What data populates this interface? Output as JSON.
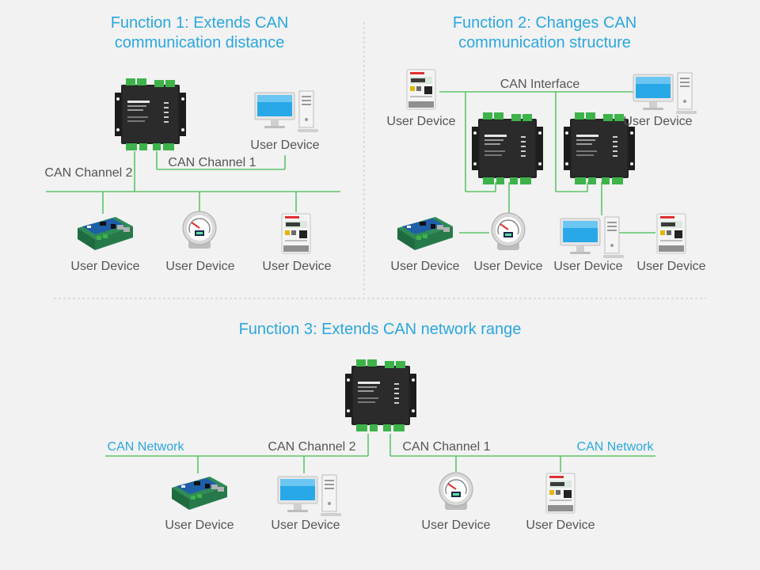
{
  "panels": {
    "function1": {
      "title_line1": "Function 1: Extends CAN",
      "title_line2": "communication distance",
      "labels": {
        "can_channel_1": "CAN Channel 1",
        "can_channel_2": "CAN Channel 2",
        "pc_device": "User Device",
        "pi_device": "User Device",
        "gauge_device": "User Device",
        "meter_device": "User Device"
      }
    },
    "function2": {
      "title_line1": "Function 2: Changes CAN",
      "title_line2": "communication structure",
      "labels": {
        "can_interface": "CAN Interface",
        "meter_top_device": "User Device",
        "pc_top_device": "User Device",
        "pi_device": "User Device",
        "gauge_device": "User Device",
        "pc_bottom_device": "User Device",
        "meter_bottom_device": "User Device"
      }
    },
    "function3": {
      "title": "Function 3: Extends CAN network range",
      "labels": {
        "can_network_left": "CAN Network",
        "can_network_right": "CAN Network",
        "can_channel_2": "CAN Channel 2",
        "can_channel_1": "CAN Channel 1",
        "pi_device": "User Device",
        "pc_device": "User Device",
        "gauge_device": "User Device",
        "meter_device": "User Device"
      }
    }
  },
  "colors": {
    "title_blue": "#2aa7df",
    "wire_green": "#5cc46a",
    "label_gray": "#555555",
    "background": "#f2f2f2"
  },
  "icons": [
    "can-converter-icon",
    "computer-icon",
    "raspberry-pi-icon",
    "gauge-icon",
    "energy-meter-icon"
  ]
}
